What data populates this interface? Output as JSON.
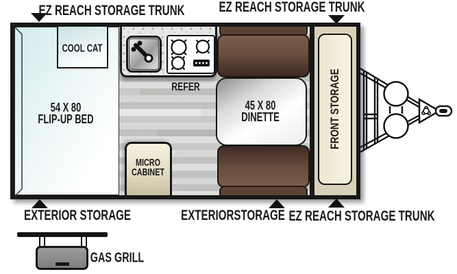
{
  "diagram": {
    "type": "pop-up-camper-floorplan",
    "callouts": {
      "top_left": "EZ REACH STORAGE TRUNK",
      "top_right": "EZ REACH STORAGE TRUNK",
      "bottom_left": "EXTERIOR STORAGE",
      "bottom_center": "EXTERIORSTORAGE",
      "bottom_right": "EZ REACH STORAGE TRUNK"
    },
    "areas": {
      "bed_line1": "54 X 80",
      "bed_line2": "FLIP-UP BED",
      "cool_cat": "COOL CAT",
      "refer": "REFER",
      "dinette_line1": "45 X 80",
      "dinette_line2": "DINETTE",
      "micro_line1": "MICRO",
      "micro_line2": "CABINET",
      "front_storage": "FRONT STORAGE"
    },
    "exterior": {
      "gas_grill": "GAS GRILL"
    },
    "colors": {
      "wall": "#181818",
      "bench_brown": "#6b4e3e",
      "cabinet_cream": "#ece5cf",
      "floor_gray": "#d0d0ce",
      "bed_tint": "#d3eaec",
      "label_text": "#1a1a1a"
    }
  }
}
